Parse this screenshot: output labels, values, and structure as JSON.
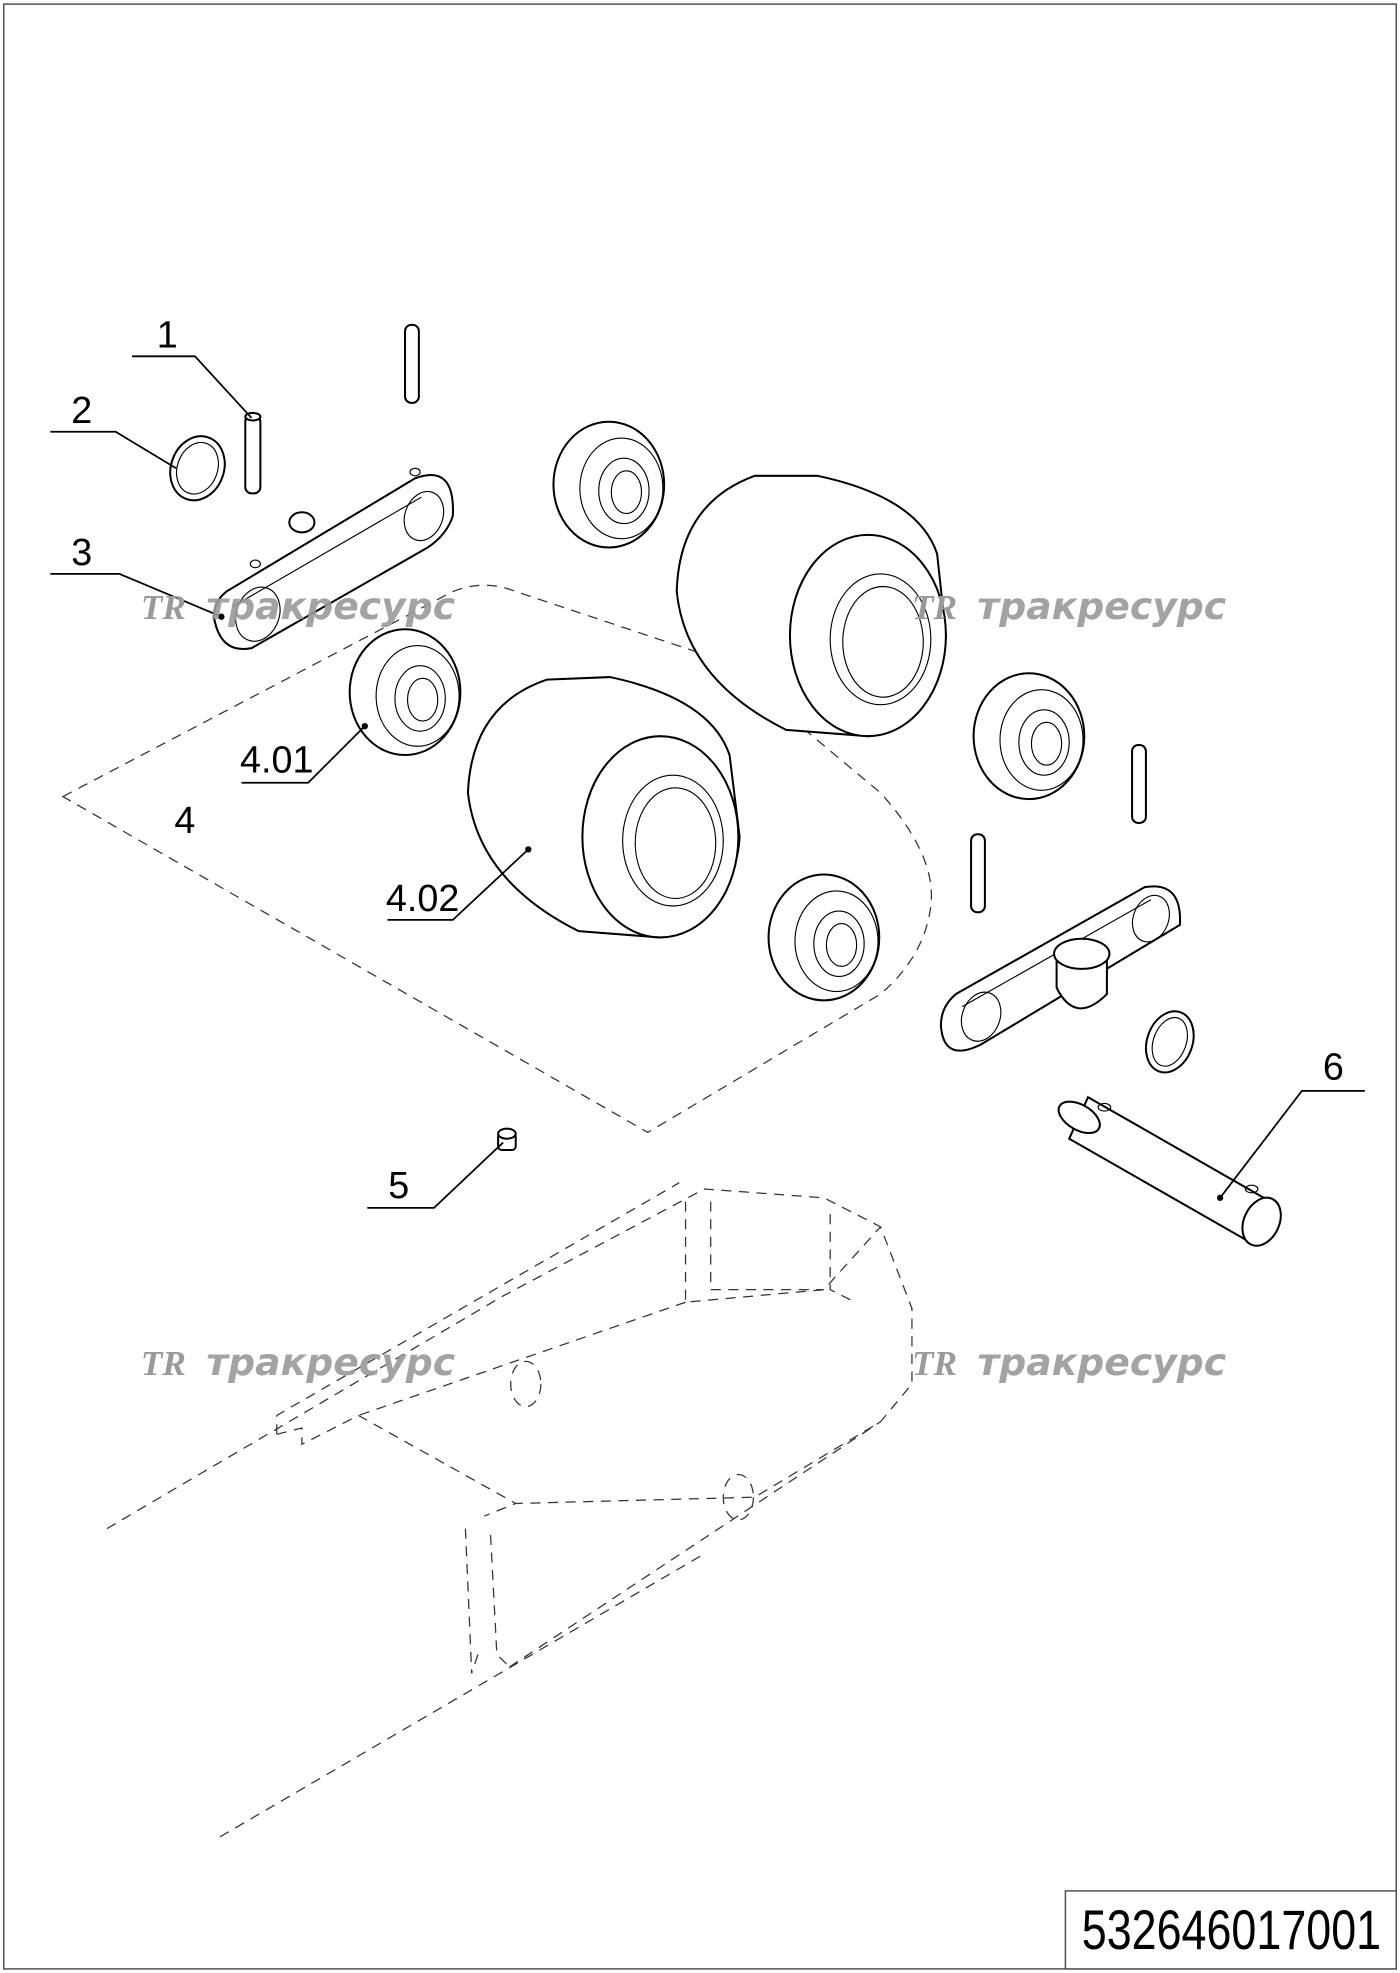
{
  "callouts": {
    "c1": "1",
    "c2": "2",
    "c3": "3",
    "c4": "4",
    "c401": "4.01",
    "c402": "4.02",
    "c5": "5",
    "c6": "6"
  },
  "drawing_number": "532646017001",
  "watermark": {
    "logo": "TR",
    "text": "тракресурс"
  }
}
